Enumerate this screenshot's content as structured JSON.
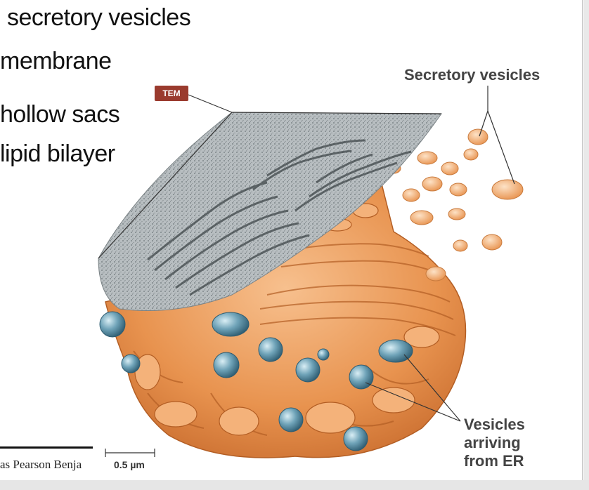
{
  "bullets": [
    "secretory vesicles",
    "membrane",
    "hollow sacs",
    "lipid bilayer"
  ],
  "labels": {
    "tem_badge": "TEM",
    "secretory_vesicles": "Secretory vesicles",
    "vesicles_from_er": [
      "Vesicles",
      "arriving",
      "from ER"
    ],
    "scale_bar": "0.5 µm",
    "credit": "as Pearson Benja"
  },
  "colors": {
    "golgi_orange": "#e8934f",
    "vesicle_blue": "#6fa3b8",
    "tem_badge": "#9a3b2e",
    "label_text": "#444444"
  }
}
